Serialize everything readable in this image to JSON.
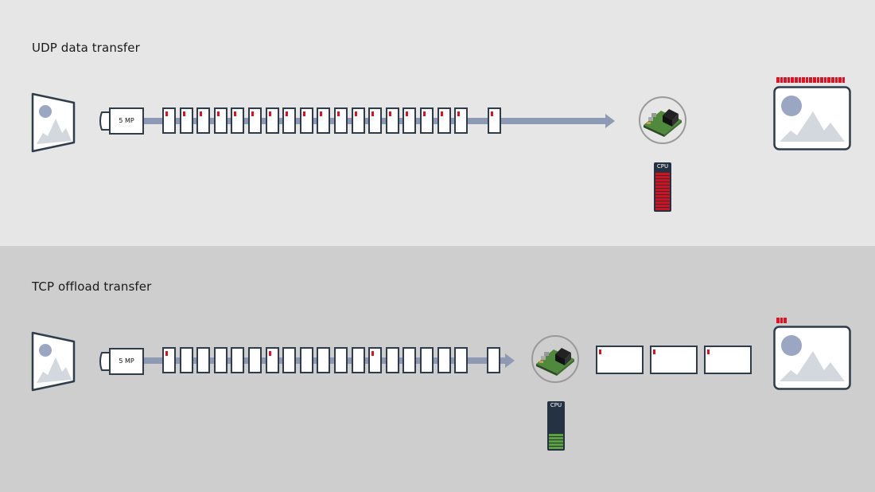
{
  "colors": {
    "accent_red": "#e5101f",
    "cpu_high": "#d3101c",
    "cpu_low": "#5aa33c",
    "flow_line": "#8e9ab4",
    "outline": "#2f3c4c"
  },
  "sections": [
    {
      "id": "udp",
      "title": "UDP data transfer",
      "camera_label": "5 MP",
      "packets_in_stream": 18,
      "packet_marked_indices": [
        0,
        1,
        2,
        3,
        4,
        5,
        6,
        7,
        8,
        9,
        10,
        11,
        12,
        13,
        14,
        15,
        16,
        17
      ],
      "trailing_packet_marked": true,
      "processor_icon": "embedded-board-icon",
      "cpu_label": "CPU",
      "cpu_load_level": 1.0,
      "cpu_bars_total": 12,
      "cpu_state": "high",
      "delivered_frames": 0,
      "receiver_meter_segments": 19
    },
    {
      "id": "tcp",
      "title": "TCP offload transfer",
      "camera_label": "5 MP",
      "packets_in_stream": 18,
      "packet_marked_indices": [
        0,
        6,
        12
      ],
      "trailing_packet_marked": false,
      "processor_icon": "embedded-board-icon",
      "cpu_label": "CPU",
      "cpu_load_level": 0.42,
      "cpu_bars_total": 12,
      "cpu_state": "low",
      "delivered_frames": 3,
      "receiver_meter_segments": 3
    }
  ]
}
